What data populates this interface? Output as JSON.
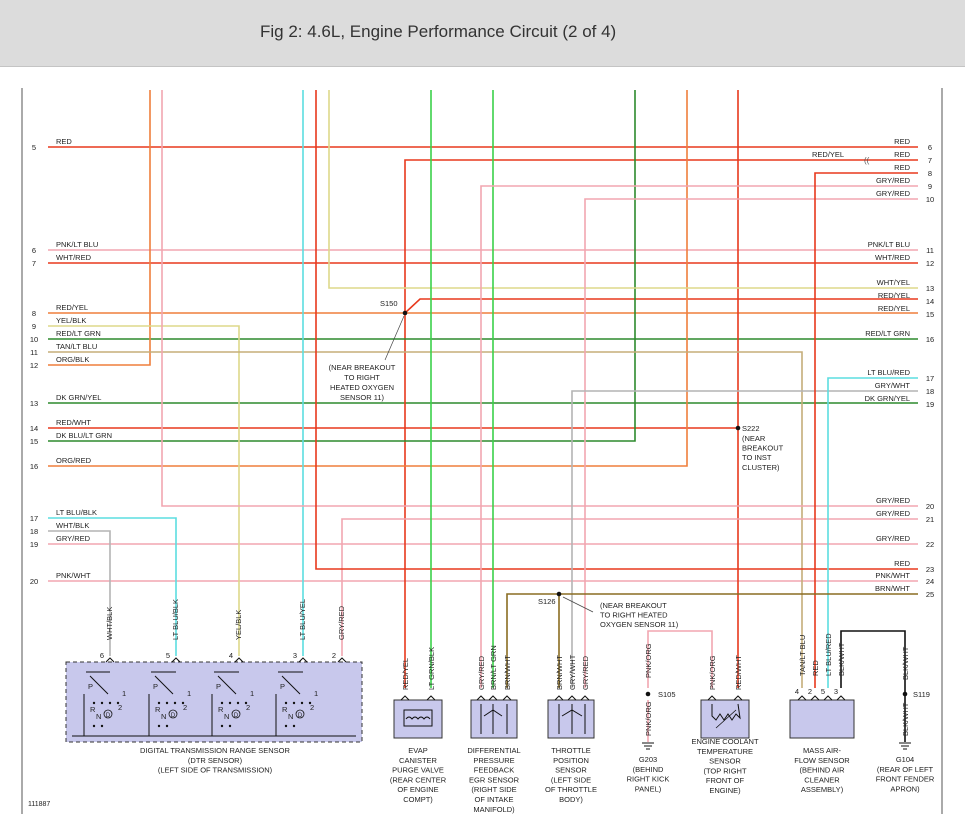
{
  "header": {
    "title": "Fig 2: 4.6L, Engine Performance Circuit (2 of 4)"
  },
  "figure_number": "111887",
  "colors": {
    "RED": "#e8391d",
    "ORG": "#ef7f3c",
    "GRY": "#b4b4b4",
    "PNK": "#f2a6b0",
    "WHT": "#c8c8c8",
    "YEL": "#ddd98a",
    "LTBLU": "#5cdde0",
    "GRN": "#3bd14a",
    "DKGRN": "#2d8a2d",
    "BRN": "#8a6d22",
    "TAN": "#c5ad79"
  },
  "left_pins": [
    {
      "num": "5",
      "label": "RED"
    },
    {
      "num": "6",
      "label": "PNK/LT BLU"
    },
    {
      "num": "7",
      "label": "WHT/RED"
    },
    {
      "num": "8",
      "label": "RED/YEL"
    },
    {
      "num": "9",
      "label": "YEL/BLK"
    },
    {
      "num": "10",
      "label": "RED/LT GRN"
    },
    {
      "num": "11",
      "label": "TAN/LT BLU"
    },
    {
      "num": "12",
      "label": "ORG/BLK"
    },
    {
      "num": "13",
      "label": "DK GRN/YEL"
    },
    {
      "num": "14",
      "label": "RED/WHT"
    },
    {
      "num": "15",
      "label": "DK BLU/LT GRN"
    },
    {
      "num": "16",
      "label": "ORG/RED"
    },
    {
      "num": "17",
      "label": "LT BLU/BLK"
    },
    {
      "num": "18",
      "label": "WHT/BLK"
    },
    {
      "num": "19",
      "label": "GRY/RED"
    },
    {
      "num": "20",
      "label": "PNK/WHT"
    }
  ],
  "right_pins": [
    {
      "num": "6",
      "label": "RED"
    },
    {
      "num": "7",
      "label": "RED"
    },
    {
      "num": "8",
      "label": "RED"
    },
    {
      "num": "9",
      "label": "GRY/RED"
    },
    {
      "num": "10",
      "label": "GRY/RED"
    },
    {
      "num": "11",
      "label": "PNK/LT BLU"
    },
    {
      "num": "12",
      "label": "WHT/RED"
    },
    {
      "num": "13",
      "label": "WHT/YEL"
    },
    {
      "num": "14",
      "label": "RED/YEL"
    },
    {
      "num": "15",
      "label": "RED/YEL"
    },
    {
      "num": "16",
      "label": "RED/LT GRN"
    },
    {
      "num": "17",
      "label": "LT BLU/RED"
    },
    {
      "num": "18",
      "label": "GRY/WHT"
    },
    {
      "num": "19",
      "label": "DK GRN/YEL"
    },
    {
      "num": "20",
      "label": "GRY/RED"
    },
    {
      "num": "21",
      "label": "GRY/RED"
    },
    {
      "num": "22",
      "label": "GRY/RED"
    },
    {
      "num": "23",
      "label": "RED"
    },
    {
      "num": "24",
      "label": "PNK/WHT"
    },
    {
      "num": "25",
      "label": "BRN/WHT"
    }
  ],
  "mid_labels": {
    "red_yel_7": "RED/YEL"
  },
  "splices": {
    "s150": {
      "id": "S150",
      "note": [
        "(NEAR BREAKOUT",
        "TO RIGHT",
        "HEATED OXYGEN",
        "SENSOR 11)"
      ]
    },
    "s222": {
      "id": "S222",
      "note": [
        "(NEAR",
        "BREAKOUT",
        "TO INST",
        "CLUSTER)"
      ]
    },
    "s126": {
      "id": "S126",
      "note": [
        "(NEAR BREAKOUT",
        "TO RIGHT HEATED",
        "OXYGEN SENSOR 11)"
      ]
    },
    "s105": {
      "id": "S105"
    },
    "s119": {
      "id": "S119"
    }
  },
  "dtr_wires": [
    {
      "label": "WHT/BLK",
      "pin": "6"
    },
    {
      "label": "LT BLU/BLK",
      "pin": "5"
    },
    {
      "label": "YEL/BLK",
      "pin": "4"
    },
    {
      "label": "LT BLU/YEL",
      "pin": "3"
    },
    {
      "label": "GRY/RED",
      "pin": "2"
    }
  ],
  "dtr_switch_letters": {
    "p": "P",
    "r": "R",
    "n": "N",
    "d": "D",
    "two": "2",
    "one": "1"
  },
  "components": {
    "dtr": [
      "DIGITAL TRANSMISSION RANGE SENSOR",
      "(DTR SENSOR)",
      "(LEFT SIDE OF TRANSMISSION)"
    ],
    "evap": [
      "EVAP",
      "CANISTER",
      "PURGE VALVE",
      "(REAR CENTER",
      "OF ENGINE",
      "COMPT)"
    ],
    "dpfe": [
      "DIFFERENTIAL",
      "PRESSURE",
      "FEEDBACK",
      "EGR SENSOR",
      "(RIGHT SIDE",
      "OF INTAKE",
      "MANIFOLD)"
    ],
    "tps": [
      "THROTTLE",
      "POSITION",
      "SENSOR",
      "(LEFT SIDE",
      "OF THROTTLE",
      "BODY)"
    ],
    "g203": [
      "G203",
      "(BEHIND",
      "RIGHT KICK",
      "PANEL)"
    ],
    "ect": [
      "ENGINE COOLANT",
      "TEMPERATURE",
      "SENSOR",
      "(TOP RIGHT",
      "FRONT OF",
      "ENGINE)"
    ],
    "maf": [
      "MASS AIR-",
      "FLOW SENSOR",
      "(BEHIND AIR",
      "CLEANER",
      "ASSEMBLY)"
    ],
    "g104": [
      "G104",
      "(REAR OF LEFT",
      "FRONT FENDER",
      "APRON)"
    ]
  },
  "component_wires": {
    "evap": [
      "RED/YEL",
      "LT GRN/BLK"
    ],
    "dpfe": [
      "GRY/RED",
      "BRN/LT GRN",
      "BRN/WHT"
    ],
    "tps": [
      "BRN/WHT",
      "GRY/WHT",
      "GRY/RED"
    ],
    "g203": [
      "PNK/ORG",
      "PNK/ORG"
    ],
    "ect": [
      "PNK/ORG",
      "RED/WHT"
    ],
    "maf": [
      "TAN/LT BLU",
      "RED",
      "LT BLU/RED",
      "BLK/WHT"
    ],
    "maf_pins": [
      "4",
      "2",
      "5",
      "3"
    ],
    "g104": [
      "BLK/WHT",
      "BLK/WHT"
    ]
  }
}
